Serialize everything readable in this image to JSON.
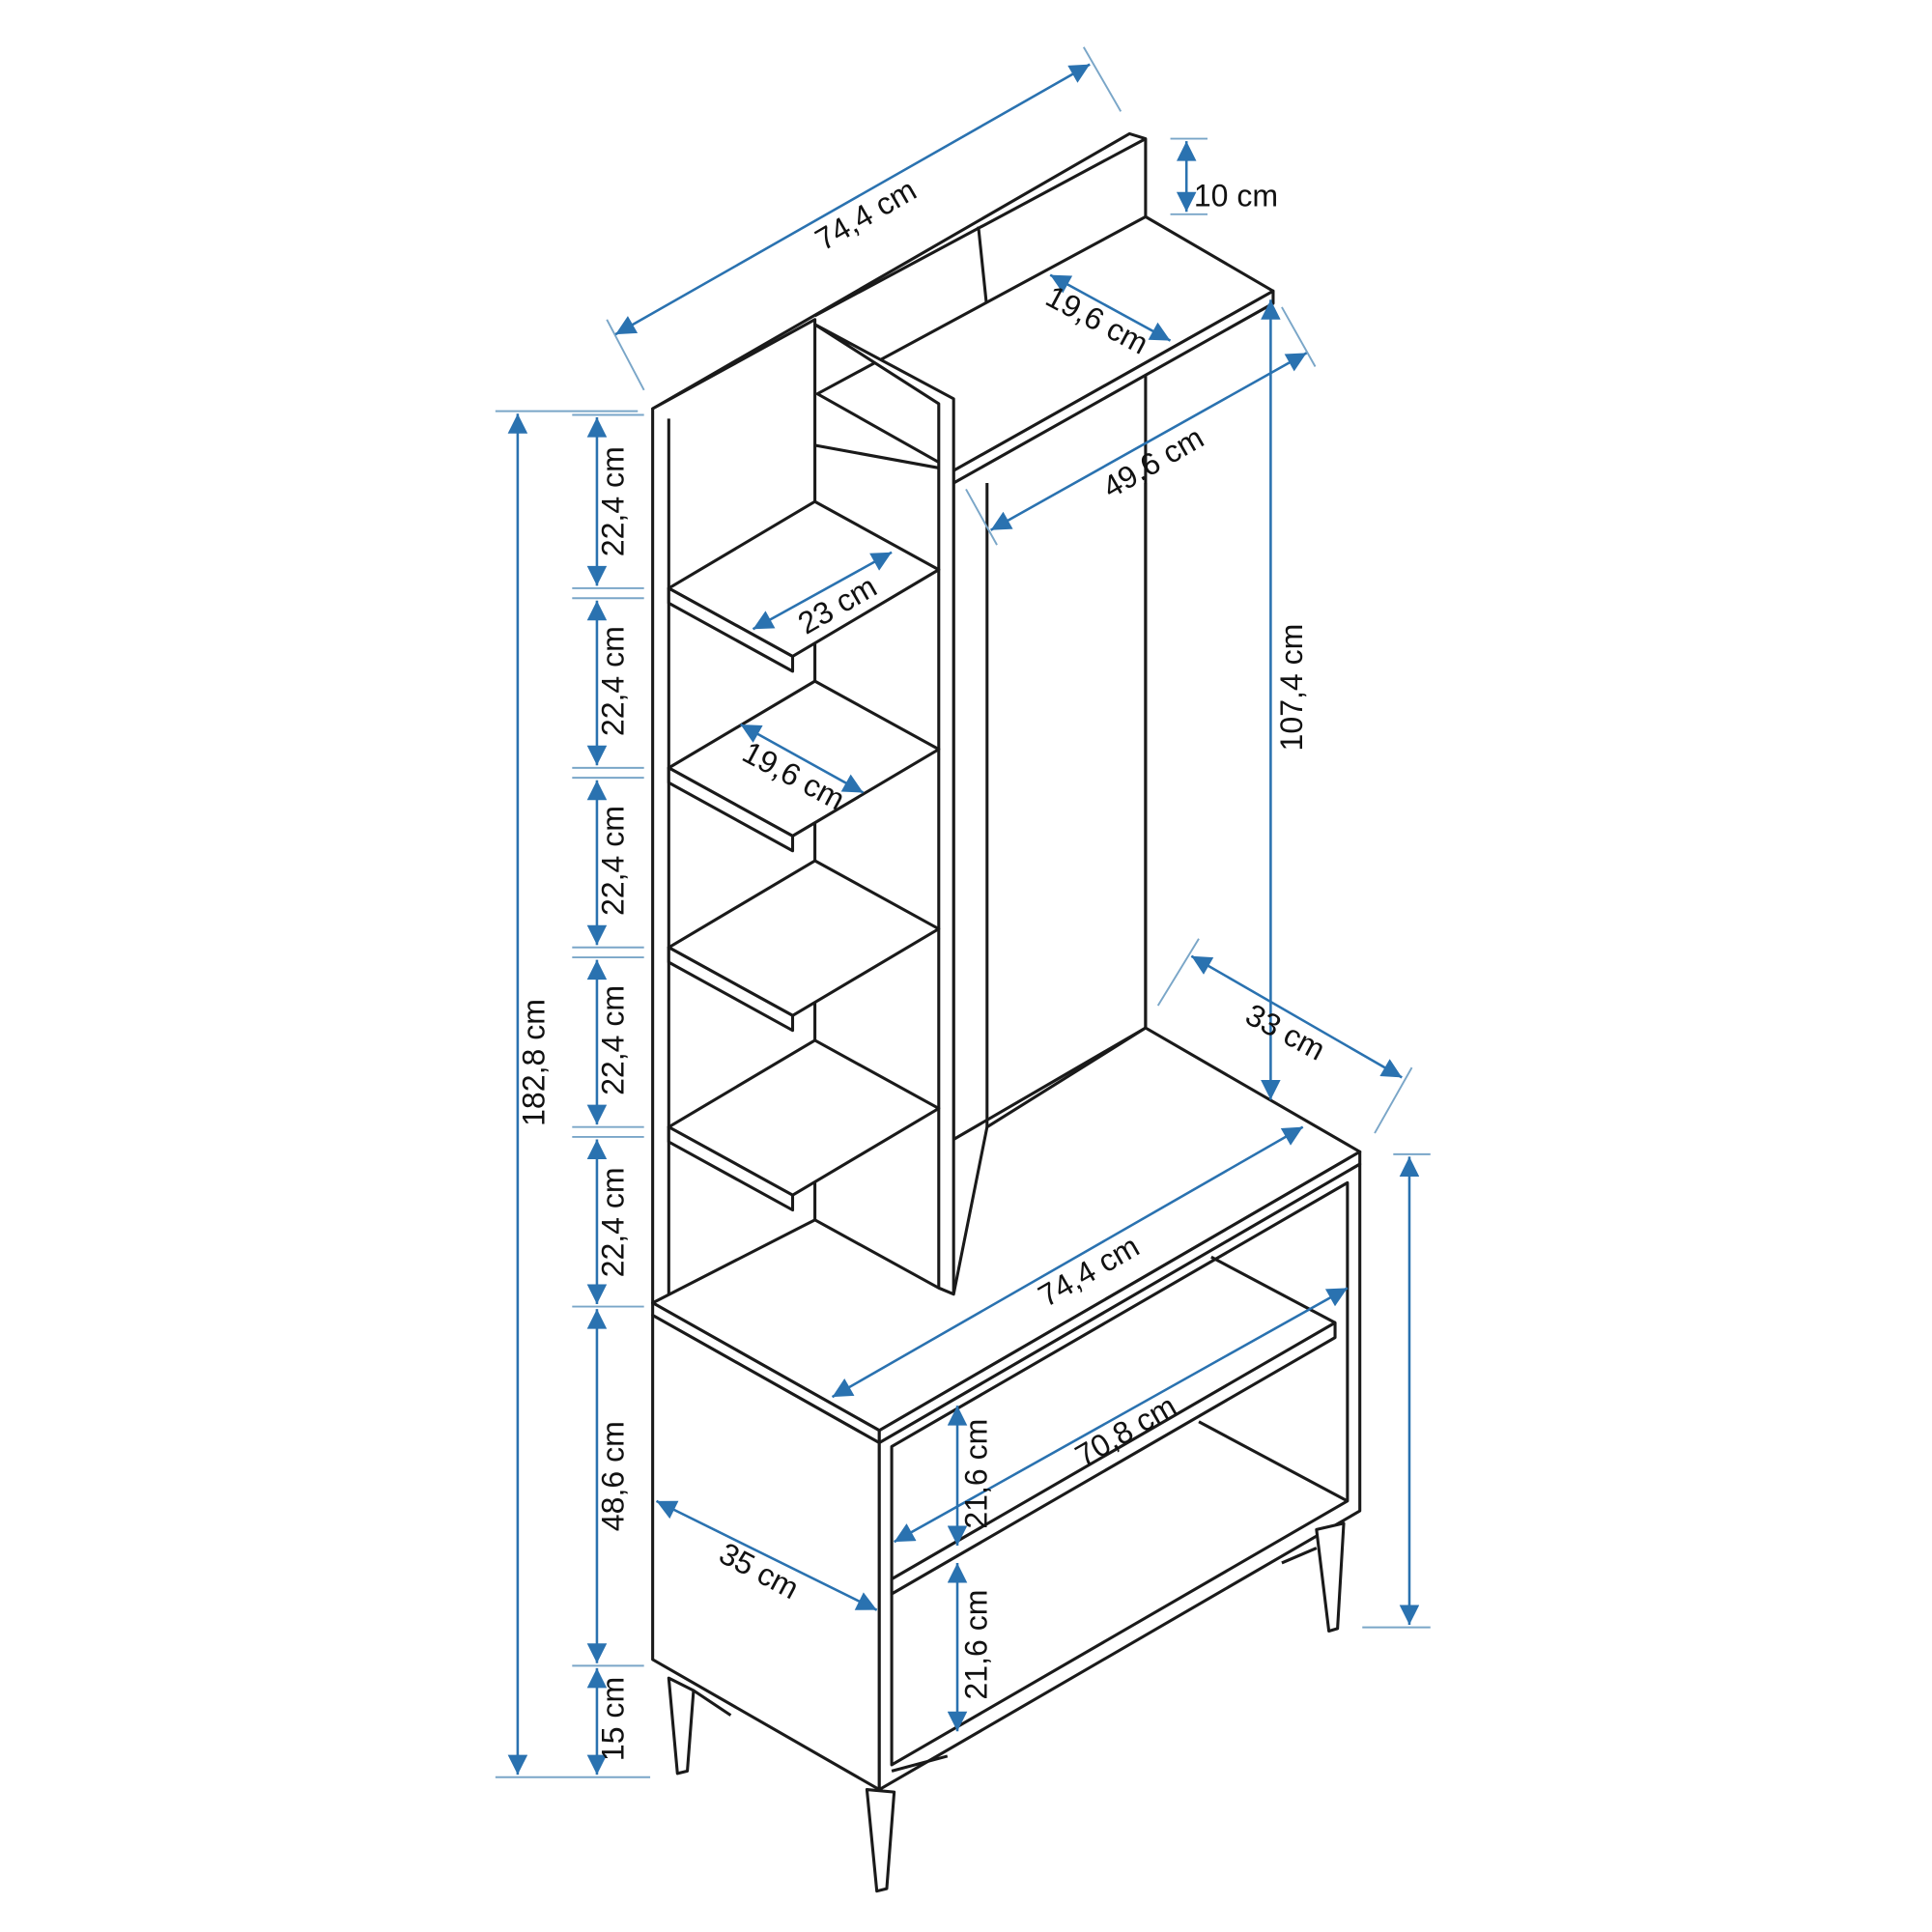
{
  "diagram": {
    "title": "Hallway coat rack with shoe cabinet – dimensions",
    "colors": {
      "dimension_line": "#2a72b0",
      "outline": "#1a1a1a"
    },
    "labels": {
      "total_width_top": "74,4 cm",
      "backboard_height": "10 cm",
      "top_shelf_depth": "19,6 cm",
      "hanging_width": "49,6 cm",
      "hanging_height": "107,4 cm",
      "shelf_width": "23 cm",
      "shelf_depth": "19,6 cm",
      "shelf_spacing": [
        "22,4 cm",
        "22,4 cm",
        "22,4 cm",
        "22,4 cm",
        "22,4 cm"
      ],
      "total_height": "182,8 cm",
      "cabinet_height": "48,6 cm",
      "leg_height": "15 cm",
      "bench_depth": "33 cm",
      "cabinet_width": "74,4 cm",
      "inner_width": "70,8 cm",
      "compartment_upper": "21,6 cm",
      "compartment_lower": "21,6 cm",
      "cabinet_depth": "35 cm"
    }
  }
}
